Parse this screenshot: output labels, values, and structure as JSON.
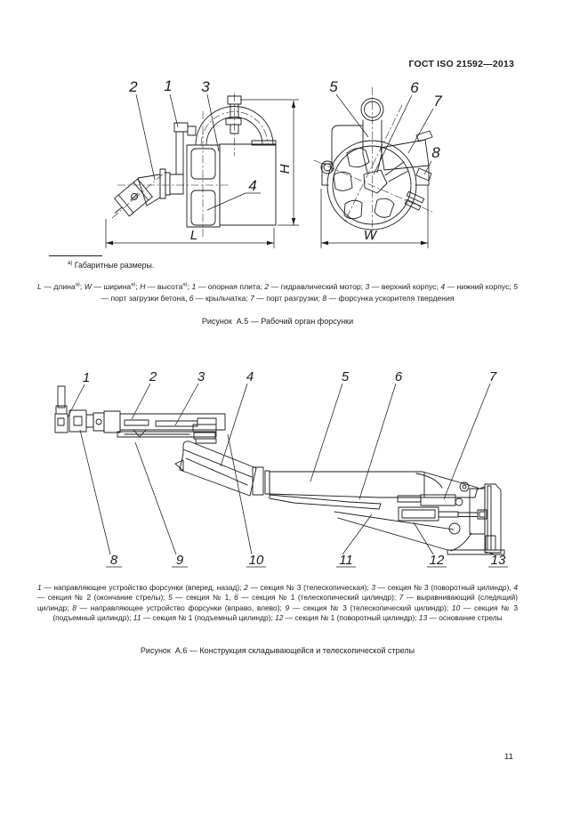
{
  "colors": {
    "paper": "#ffffff",
    "ink": "#1c1c1c"
  },
  "page": {
    "header": "ГОСТ ISO 21592—2013",
    "number": "11"
  },
  "fig_a5": {
    "callouts": [
      "1",
      "2",
      "3",
      "4",
      "5",
      "6",
      "7",
      "8"
    ],
    "dims": {
      "length": "L",
      "width": "W",
      "height": "H"
    },
    "footnote_parts": [
      {
        "t": "а)",
        "sup": true
      },
      {
        "t": " Габаритные размеры."
      }
    ],
    "legend_parts": [
      {
        "t": "L",
        "i": true
      },
      {
        "t": " — длина"
      },
      {
        "t": "а)",
        "sup": true
      },
      {
        "t": "; "
      },
      {
        "t": "W",
        "i": true
      },
      {
        "t": " — ширина"
      },
      {
        "t": "а)",
        "sup": true
      },
      {
        "t": "; "
      },
      {
        "t": "Н",
        "i": true
      },
      {
        "t": " — высота"
      },
      {
        "t": "а)",
        "sup": true
      },
      {
        "t": "; "
      },
      {
        "t": "1",
        "i": true
      },
      {
        "t": " — опорная плита; "
      },
      {
        "t": "2",
        "i": true
      },
      {
        "t": " — гидравлический мотор; "
      },
      {
        "t": "3",
        "i": true
      },
      {
        "t": " — верхний корпус; "
      },
      {
        "t": "4",
        "i": true
      },
      {
        "t": " — нижний корпус; "
      },
      {
        "t": "5",
        "i": true
      },
      {
        "t": " — порт загрузки бетона, "
      },
      {
        "t": "6",
        "i": true
      },
      {
        "t": " — крыльчатка; "
      },
      {
        "t": "7",
        "i": true
      },
      {
        "t": " — порт разгрузки; "
      },
      {
        "t": "8",
        "i": true
      },
      {
        "t": " — форсунка ускорителя твердения"
      }
    ],
    "caption": "Рисунок  А.5 — Рабочий орган форсунки"
  },
  "fig_a6": {
    "callouts": [
      "1",
      "2",
      "3",
      "4",
      "5",
      "6",
      "7",
      "8",
      "9",
      "10",
      "11",
      "12",
      "13"
    ],
    "legend_parts": [
      {
        "t": "1",
        "i": true
      },
      {
        "t": " — направляющее устройство форсунки (вперед, назад); "
      },
      {
        "t": "2",
        "i": true
      },
      {
        "t": " — секция № 3 (телескопическая); "
      },
      {
        "t": "3",
        "i": true
      },
      {
        "t": " — секция № 3 (поворотный цилиндр), "
      },
      {
        "t": "4",
        "i": true
      },
      {
        "t": " — секция № 2 (окончание стрелы); "
      },
      {
        "t": "5",
        "i": true
      },
      {
        "t": " — секция № 1, "
      },
      {
        "t": "6",
        "i": true
      },
      {
        "t": " — секция № 1 (телескопический цилиндр); "
      },
      {
        "t": "7",
        "i": true
      },
      {
        "t": " — выравнивающий (следящий) цилиндр; "
      },
      {
        "t": "8",
        "i": true
      },
      {
        "t": " — направляющее устройство форсунки (вправо, влево); "
      },
      {
        "t": "9",
        "i": true
      },
      {
        "t": " — секция № 3 (телескопический цилиндр); "
      },
      {
        "t": "10",
        "i": true
      },
      {
        "t": " — секция № 3 (подъемный цилиндр); "
      },
      {
        "t": "11",
        "i": true
      },
      {
        "t": " — секция № 1 (подъемный цилиндр); "
      },
      {
        "t": "12",
        "i": true
      },
      {
        "t": " — секция № 1 (поворотный цилиндр); "
      },
      {
        "t": "13",
        "i": true
      },
      {
        "t": " — основание стрелы"
      }
    ],
    "caption": "Рисунок  А.6 — Конструкция складывающейся и телескопической стрелы"
  }
}
